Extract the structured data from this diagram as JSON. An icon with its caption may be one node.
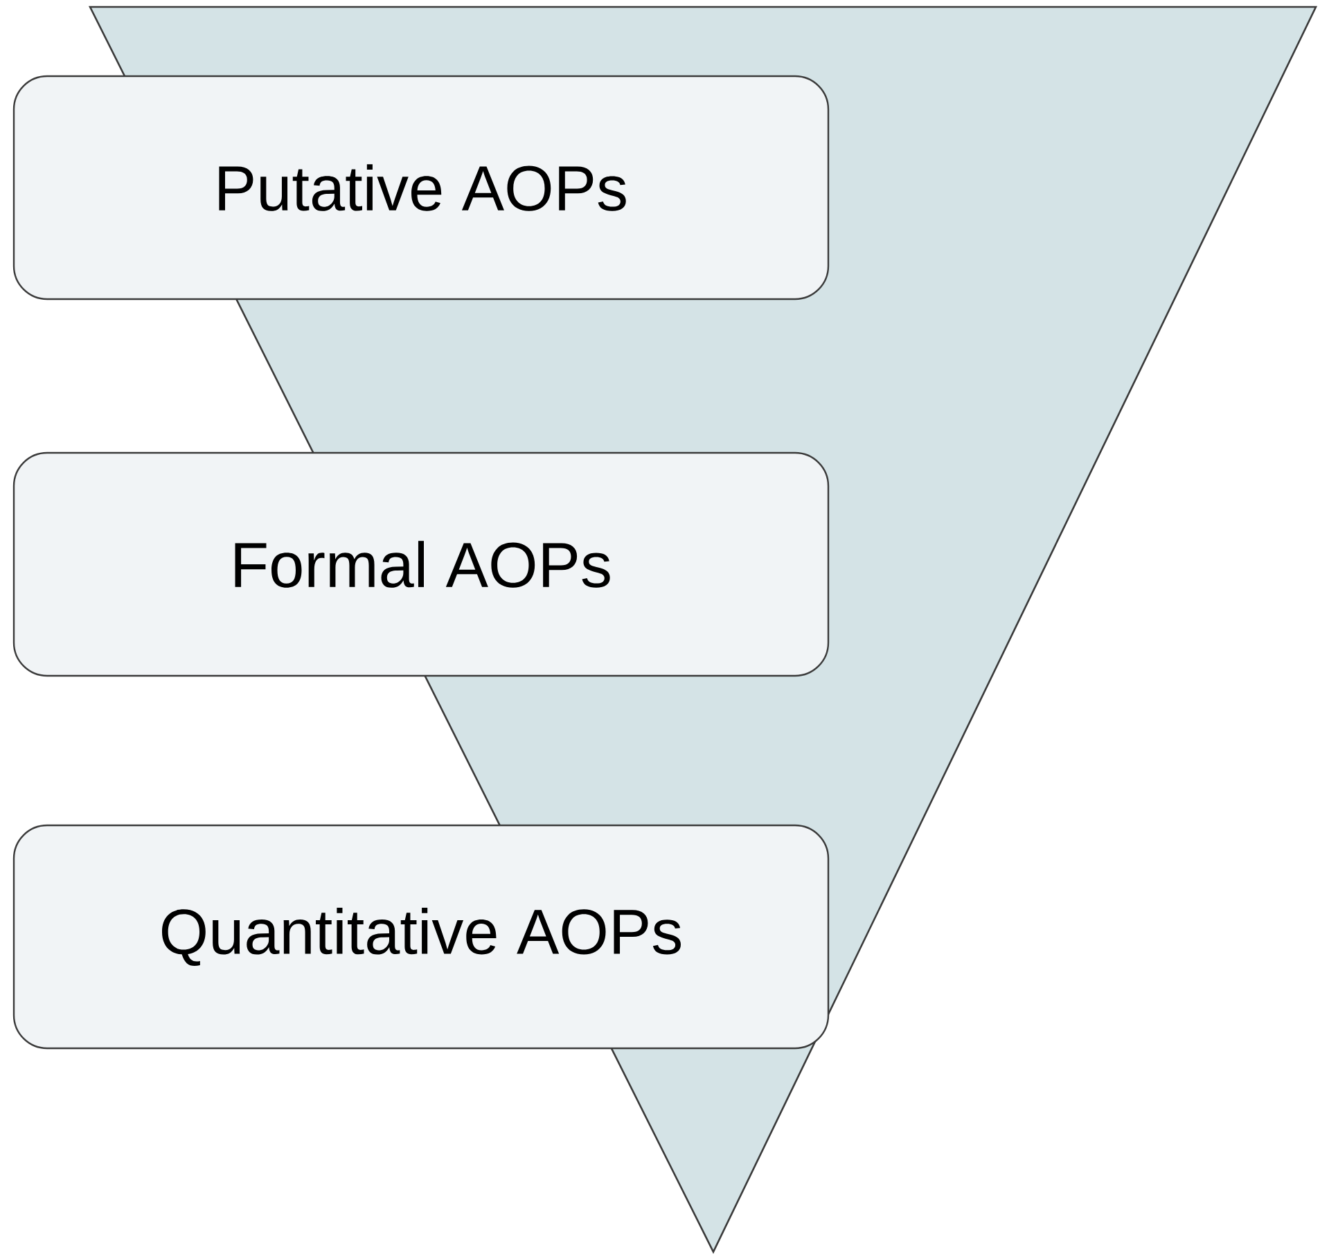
{
  "diagram": {
    "nodes": [
      {
        "text": [
          "Putative AOPs"
        ]
      },
      {
        "text": [
          "Formal AOPs"
        ]
      },
      {
        "text": [
          "Quantitative AOPs"
        ]
      }
    ]
  }
}
